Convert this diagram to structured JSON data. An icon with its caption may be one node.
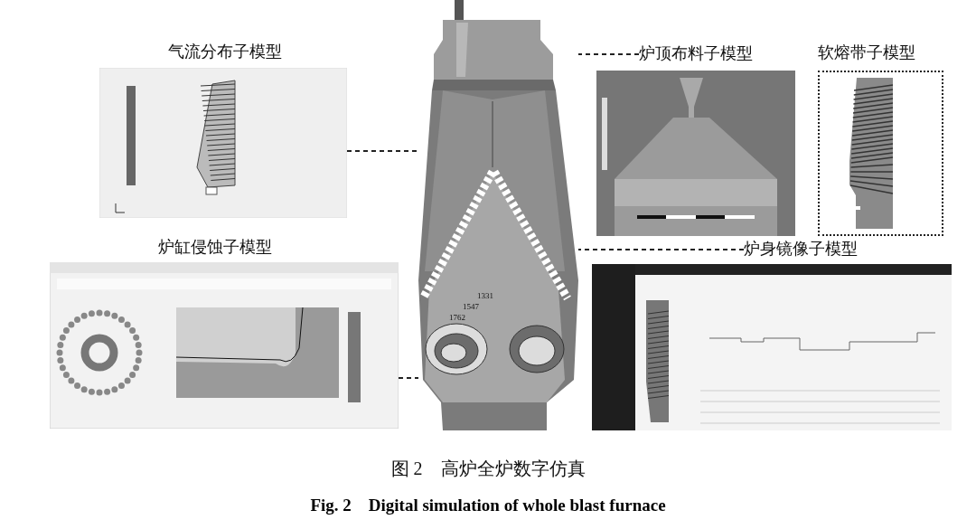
{
  "diagram": {
    "caption": "图 2　高炉全炉数字仿真",
    "nodes": [
      {
        "text": [],
        "shape": "picture"
      },
      {
        "text": [
          "气流分布子模型"
        ]
      },
      {
        "text": [
          "炉顶布料子模型"
        ]
      },
      {
        "text": [],
        "shape": "picture"
      },
      {
        "text": [
          "软熔带子模型"
        ]
      },
      {
        "text": [
          "炉缸侵蚀子模型"
        ]
      },
      {
        "text": [
          "炉身镜像子模型"
        ]
      },
      {
        "text": [],
        "shape": "picture"
      }
    ],
    "edges": [
      {
        "from": 1,
        "to": 0,
        "arrow": "none",
        "style": "dashed"
      },
      {
        "from": 2,
        "to": 0,
        "arrow": "none",
        "style": "dashed"
      },
      {
        "from": 6,
        "to": 0,
        "arrow": "none",
        "style": "dashed"
      },
      {
        "from": 5,
        "to": 0,
        "arrow": "none",
        "style": "dashed"
      }
    ],
    "labels": [
      "1331",
      "1547",
      "1762",
      "Fig. 2　Digital simulation of whole blast furnace"
    ]
  }
}
